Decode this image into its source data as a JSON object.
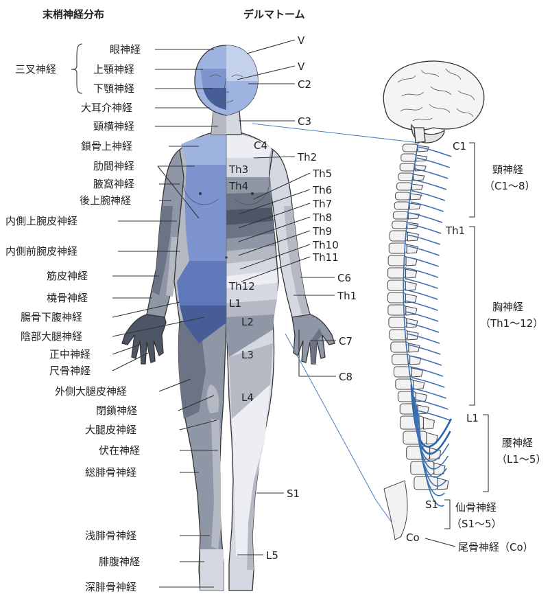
{
  "headings": {
    "peripheral": "末梢神経分布",
    "dermatome": "デルマトーム"
  },
  "peripheral_labels": {
    "trigeminal_group": "三叉神経",
    "ophthalmic": "眼神経",
    "maxillary": "上顎神経",
    "mandibular": "下顎神経",
    "great_auricular": "大耳介神経",
    "transverse_cervical": "頸横神経",
    "supraclavicular": "鎖骨上神経",
    "intercostal": "肋間神経",
    "axillary": "腋窩神経",
    "post_brachial_cutaneous": "後上腕神経",
    "medial_brachial_cutaneous": "内側上腕皮神経",
    "medial_antebrachial_cutaneous": "内側前腕皮神経",
    "musculocutaneous": "筋皮神経",
    "radial": "橈骨神経",
    "iliohypogastric": "腸骨下腹神経",
    "genitofemoral": "陰部大腿神経",
    "median": "正中神経",
    "ulnar": "尺骨神経",
    "lat_femoral_cutaneous": "外側大腿皮神経",
    "obturator": "閉鎖神経",
    "femoral_cutaneous": "大腿皮神経",
    "saphenous": "伏在神経",
    "common_peroneal": "総腓骨神経",
    "superficial_peroneal": "浅腓骨神経",
    "sural": "腓腹神経",
    "deep_peroneal": "深腓骨神経"
  },
  "dermatome_labels": {
    "v1": "V",
    "v2": "V",
    "c2": "C2",
    "c3": "C3",
    "c4": "C4",
    "th2": "Th2",
    "th3": "Th3",
    "th4": "Th4",
    "th5": "Th5",
    "th6": "Th6",
    "th7": "Th7",
    "th8": "Th8",
    "th9": "Th9",
    "th10": "Th10",
    "th11": "Th11",
    "th12": "Th12",
    "l1": "L1",
    "l2": "L2",
    "l3": "L3",
    "l4": "L4",
    "c6": "C6",
    "th1": "Th1",
    "c7": "C7",
    "c8": "C8",
    "s1": "S1",
    "l5": "L5"
  },
  "spine_labels": {
    "c1": "C1",
    "th1": "Th1",
    "l1": "L1",
    "s1": "S1",
    "co": "Co",
    "cervical_name": "頸神経",
    "cervical_range": "（C1〜8）",
    "thoracic_name": "胸神経",
    "thoracic_range": "（Th1〜12）",
    "lumbar_name": "腰神経",
    "lumbar_range": "（L1〜5）",
    "sacral_name": "仙骨神経",
    "sacral_range": "（S1〜5）",
    "coccygeal_name": "尾骨神経（Co）"
  },
  "colors": {
    "shade_1": "#eceef3",
    "shade_2": "#d4d8e0",
    "shade_3": "#b4b9c4",
    "shade_4": "#8f96a5",
    "shade_5": "#6b7384",
    "shade_6": "#4e5566",
    "blue_1": "#c4d1ec",
    "blue_2": "#9fb3e0",
    "blue_3": "#7d94cf",
    "blue_4": "#5f78b9",
    "blue_5": "#465d98",
    "spine_nerve": "#3c6fb0"
  }
}
